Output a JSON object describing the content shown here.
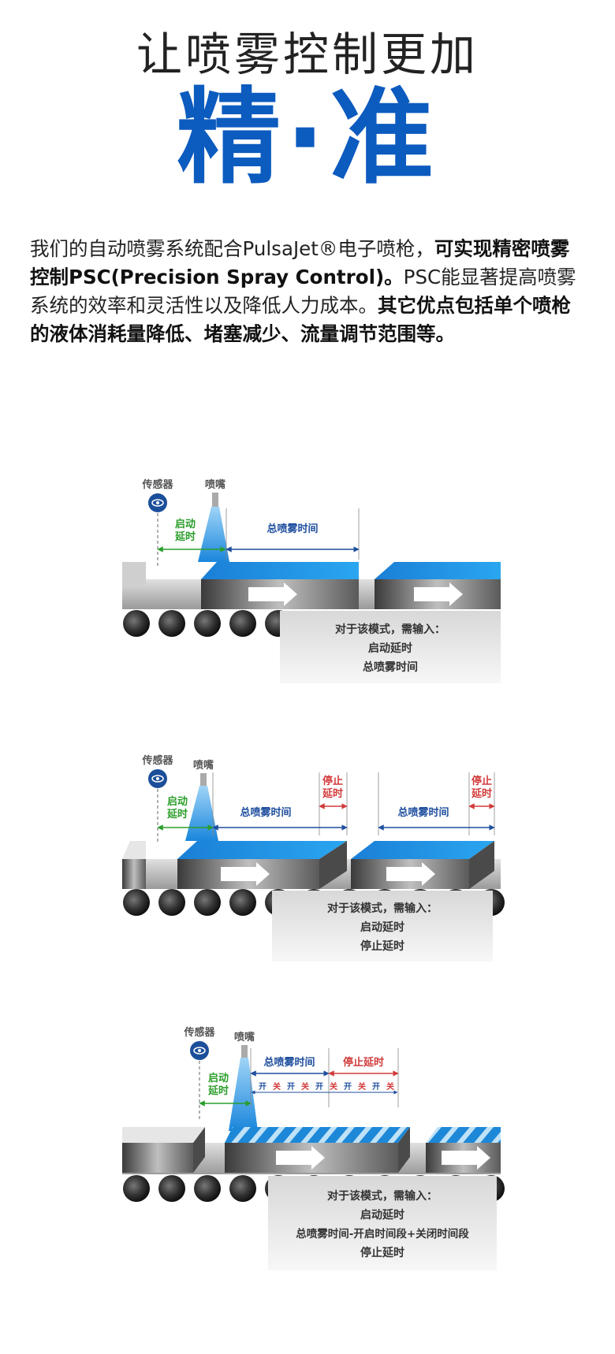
{
  "title": {
    "line1": "让喷雾控制更加",
    "line2": "精·准"
  },
  "intro": {
    "p1": "我们的自动喷雾系统配合PulsaJet®电子喷枪，",
    "b1": "可实现精密喷雾控制PSC(Precision Spray Control)。",
    "p2": "PSC能显著提高喷雾系统的效率和灵活性以及降低人力成本。",
    "b2": "其它优点包括单个喷枪的液体消耗量降低、堵塞减少、流量调节范围等。"
  },
  "labels": {
    "sensor": "传感器",
    "nozzle": "喷嘴",
    "start_delay_1": "启动",
    "start_delay_2": "延时",
    "stop_delay_1": "停止",
    "stop_delay_2": "延时",
    "total_spray": "总喷雾时间",
    "stop_delay": "停止延时",
    "on": "开",
    "off": "关"
  },
  "modes": [
    {
      "header": "对于该模式，需输入：",
      "line1": "启动延时",
      "line2": "总喷雾时间"
    },
    {
      "header": "对于该模式，需输入：",
      "line1": "启动延时",
      "line2": "停止延时"
    },
    {
      "header": "对于该模式，需输入：",
      "line1": "启动延时",
      "line2": "总喷雾时间-开启时间段+关闭时间段",
      "line3": "停止延时"
    }
  ],
  "colors": {
    "brand_blue": "#0c5bbf",
    "spray_blue": "#1e90e0",
    "green": "#2a9d2a",
    "red": "#d23a3a",
    "dark_blue": "#1f4f9e"
  }
}
